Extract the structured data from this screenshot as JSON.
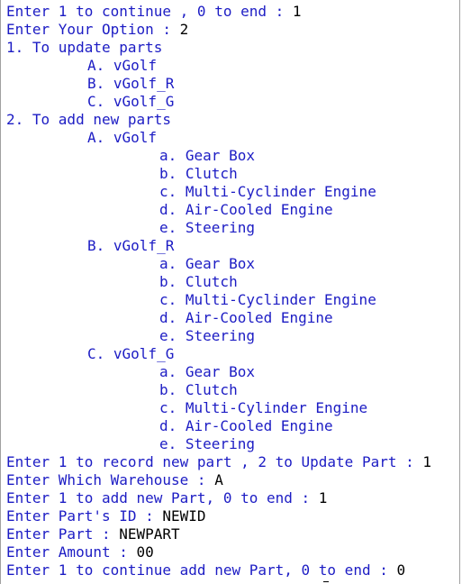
{
  "console": {
    "lines": [
      {
        "prompt": "Enter 1 to continue , 0 to end : ",
        "input": "1",
        "indent": 0
      },
      {
        "prompt": "Enter Your Option : ",
        "input": "2",
        "indent": 0
      },
      {
        "prompt": "1. To update parts",
        "input": "",
        "indent": 0
      },
      {
        "prompt": "A. vGolf",
        "input": "",
        "indent": 1
      },
      {
        "prompt": "B. vGolf_R",
        "input": "",
        "indent": 1
      },
      {
        "prompt": "C. vGolf_G",
        "input": "",
        "indent": 1
      },
      {
        "prompt": "2. To add new parts",
        "input": "",
        "indent": 0
      },
      {
        "prompt": "A. vGolf",
        "input": "",
        "indent": 1
      },
      {
        "prompt": "a. Gear Box",
        "input": "",
        "indent": 2
      },
      {
        "prompt": "b. Clutch",
        "input": "",
        "indent": 2
      },
      {
        "prompt": "c. Multi-Cyclinder Engine",
        "input": "",
        "indent": 2
      },
      {
        "prompt": "d. Air-Cooled Engine",
        "input": "",
        "indent": 2
      },
      {
        "prompt": "e. Steering",
        "input": "",
        "indent": 2
      },
      {
        "prompt": "B. vGolf_R",
        "input": "",
        "indent": 1
      },
      {
        "prompt": "a. Gear Box",
        "input": "",
        "indent": 2
      },
      {
        "prompt": "b. Clutch",
        "input": "",
        "indent": 2
      },
      {
        "prompt": "c. Multi-Cyclinder Engine",
        "input": "",
        "indent": 2
      },
      {
        "prompt": "d. Air-Cooled Engine",
        "input": "",
        "indent": 2
      },
      {
        "prompt": "e. Steering",
        "input": "",
        "indent": 2
      },
      {
        "prompt": "C. vGolf_G",
        "input": "",
        "indent": 1
      },
      {
        "prompt": "a. Gear Box",
        "input": "",
        "indent": 2
      },
      {
        "prompt": "b. Clutch",
        "input": "",
        "indent": 2
      },
      {
        "prompt": "c. Multi-Cylinder Engine",
        "input": "",
        "indent": 2
      },
      {
        "prompt": "d. Air-Cooled Engine",
        "input": "",
        "indent": 2
      },
      {
        "prompt": "e. Steering",
        "input": "",
        "indent": 2
      },
      {
        "prompt": "Enter 1 to record new part , 2 to Update Part : ",
        "input": "1",
        "indent": 0
      },
      {
        "prompt": "Enter Which Warehouse : ",
        "input": "A",
        "indent": 0
      },
      {
        "prompt": "Enter 1 to add new Part, 0 to end : ",
        "input": "1",
        "indent": 0
      },
      {
        "prompt": "Enter Part's ID : ",
        "input": "NEWID",
        "indent": 0
      },
      {
        "prompt": "Enter Part : ",
        "input": "NEWPART",
        "indent": 0
      },
      {
        "prompt": "Enter Amount : ",
        "input": "00",
        "indent": 0
      },
      {
        "prompt": "Enter 1 to continue add new Part, 0 to end : ",
        "input": "0",
        "indent": 0
      }
    ]
  },
  "colors": {
    "prompt_text": "#1c1cc4",
    "user_input": "#000000",
    "background": "#ffffff"
  }
}
